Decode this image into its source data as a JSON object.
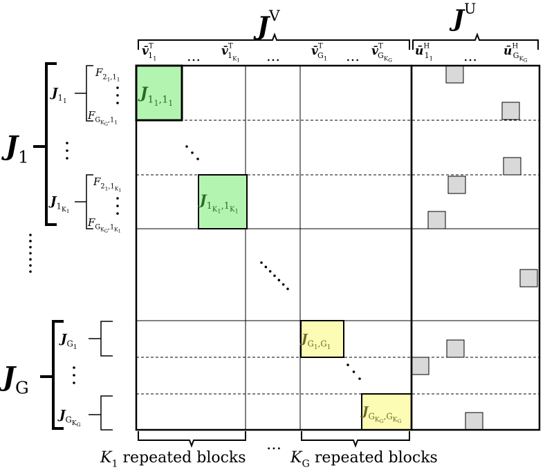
{
  "colors": {
    "green_block": "#b3f5b0",
    "yellow_block": "#fdfcb4",
    "gray_block": "#d9d9d9",
    "grid": "#000000",
    "green_text": "#2a6a2a",
    "yellow_text": "#6a6a2a"
  },
  "top": {
    "jv": [
      [
        "J",
        0,
        "b"
      ],
      [
        "V",
        -1
      ]
    ],
    "ju": [
      [
        "J",
        0,
        "b"
      ],
      [
        "U",
        -1
      ]
    ],
    "columns": [
      [
        [
          "v̄",
          0,
          "b"
        ],
        [
          "T",
          -1
        ],
        [
          "1",
          1
        ],
        [
          "1",
          2
        ]
      ],
      [
        [
          "…",
          0
        ]
      ],
      [
        [
          "v̄",
          0,
          "b"
        ],
        [
          "T",
          -1
        ],
        [
          "1",
          1
        ],
        [
          "K",
          2
        ],
        [
          "1",
          3
        ]
      ],
      [
        [
          "…",
          0
        ]
      ],
      [
        [
          "v̄",
          0,
          "b"
        ],
        [
          "T",
          -1
        ],
        [
          "G",
          1
        ],
        [
          "1",
          2
        ]
      ],
      [
        [
          "…",
          0
        ]
      ],
      [
        [
          "v̄",
          0,
          "b"
        ],
        [
          "T",
          -1
        ],
        [
          "G",
          1
        ],
        [
          "K",
          2
        ],
        [
          "G",
          3
        ]
      ],
      [
        [
          "ū",
          0,
          "b"
        ],
        [
          "H",
          -1
        ],
        [
          "1",
          1
        ],
        [
          "1",
          2
        ]
      ],
      [
        [
          "…",
          0
        ]
      ],
      [
        [
          "ū",
          0,
          "b"
        ],
        [
          "H",
          -1
        ],
        [
          "G",
          1
        ],
        [
          "K",
          2
        ],
        [
          "G",
          3
        ]
      ]
    ]
  },
  "left": {
    "j1": [
      [
        "J",
        0,
        "b"
      ],
      [
        "1",
        1
      ]
    ],
    "jg": [
      [
        "J",
        0,
        "b"
      ],
      [
        "G",
        1
      ]
    ],
    "j1_1": [
      [
        "J",
        0,
        "b"
      ],
      [
        "1",
        1
      ],
      [
        "1",
        2
      ]
    ],
    "j1_k1": [
      [
        "J",
        0,
        "b"
      ],
      [
        "1",
        1
      ],
      [
        "K",
        2
      ],
      [
        "1",
        3
      ]
    ],
    "jg_1": [
      [
        "J",
        0,
        "b"
      ],
      [
        "G",
        1
      ],
      [
        "1",
        2
      ]
    ],
    "jg_kg": [
      [
        "J",
        0,
        "b"
      ],
      [
        "G",
        1
      ],
      [
        "K",
        2
      ],
      [
        "G",
        3
      ]
    ],
    "f_2_11": [
      [
        "F",
        0,
        "i"
      ],
      [
        "2",
        1
      ],
      [
        "1",
        2
      ],
      [
        ",1",
        1
      ],
      [
        "1",
        2
      ]
    ],
    "f_g_11": [
      [
        "F",
        0,
        "i"
      ],
      [
        "G",
        1
      ],
      [
        "K",
        2
      ],
      [
        "G",
        3
      ],
      [
        ",1",
        1
      ],
      [
        "1",
        2
      ]
    ],
    "f_2_1k": [
      [
        "F",
        0,
        "i"
      ],
      [
        "2",
        1
      ],
      [
        "1",
        2
      ],
      [
        ",1",
        1
      ],
      [
        "K",
        2
      ],
      [
        "1",
        3
      ]
    ],
    "f_g_1k": [
      [
        "F",
        0,
        "i"
      ],
      [
        "G",
        1
      ],
      [
        "K",
        2
      ],
      [
        "G",
        3
      ],
      [
        ",1",
        1
      ],
      [
        "K",
        2
      ],
      [
        "1",
        3
      ]
    ]
  },
  "blocks": {
    "j_11_11": [
      [
        "J",
        0,
        "b"
      ],
      [
        "1",
        1
      ],
      [
        "1",
        2
      ],
      [
        ",1",
        1
      ],
      [
        "1",
        2
      ]
    ],
    "j_1k_1k": [
      [
        "J",
        0,
        "b"
      ],
      [
        "1",
        1
      ],
      [
        "K",
        2
      ],
      [
        "1",
        3
      ],
      [
        ",1",
        1
      ],
      [
        "K",
        2
      ],
      [
        "1",
        3
      ]
    ],
    "j_g1_g1": [
      [
        "J",
        0,
        "b"
      ],
      [
        "G",
        1
      ],
      [
        "1",
        2
      ],
      [
        ",G",
        1
      ],
      [
        "1",
        2
      ]
    ],
    "j_gk_gk": [
      [
        "J",
        0,
        "b"
      ],
      [
        "G",
        1
      ],
      [
        "K",
        2
      ],
      [
        "G",
        3
      ],
      [
        ",G",
        1
      ],
      [
        "K",
        2
      ],
      [
        "G",
        3
      ]
    ]
  },
  "bottom": {
    "k1": [
      [
        "K",
        0,
        "i"
      ],
      [
        "1",
        1
      ],
      [
        " repeated blocks",
        0
      ]
    ],
    "dots": [
      [
        "…",
        0
      ]
    ],
    "kg": [
      [
        "K",
        0,
        "i"
      ],
      [
        "G",
        1
      ],
      [
        " repeated blocks",
        0
      ]
    ]
  }
}
